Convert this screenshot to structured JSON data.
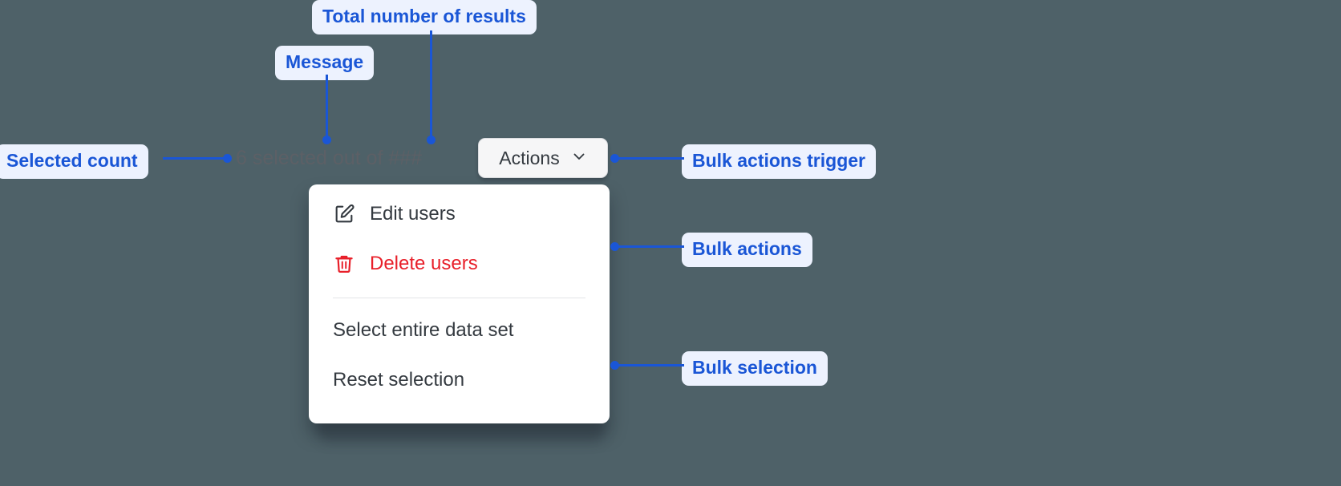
{
  "background_color": "#4e6168",
  "annotation": {
    "accent_color": "#1a56d6",
    "badge_bg": "#edf2fe",
    "labels": {
      "total_results": "Total number of results",
      "message": "Message",
      "selected_count": "Selected count",
      "bulk_actions_trigger": "Bulk actions trigger",
      "bulk_actions": "Bulk actions",
      "bulk_selection": "Bulk selection"
    }
  },
  "widget": {
    "selection_status": "6 selected out of ###",
    "selection_status_color": "#5c6066",
    "trigger": {
      "label": "Actions",
      "icon": "chevron-down-icon"
    },
    "menu": {
      "items": [
        {
          "label": "Edit users",
          "icon": "edit-square-pencil-icon",
          "tone": "default",
          "color": "#343a40"
        },
        {
          "label": "Delete users",
          "icon": "trash-icon",
          "tone": "danger",
          "color": "#e8202a"
        }
      ],
      "selection_items": [
        {
          "label": "Select entire data set",
          "icon": null
        },
        {
          "label": "Reset selection",
          "icon": null
        }
      ]
    }
  }
}
